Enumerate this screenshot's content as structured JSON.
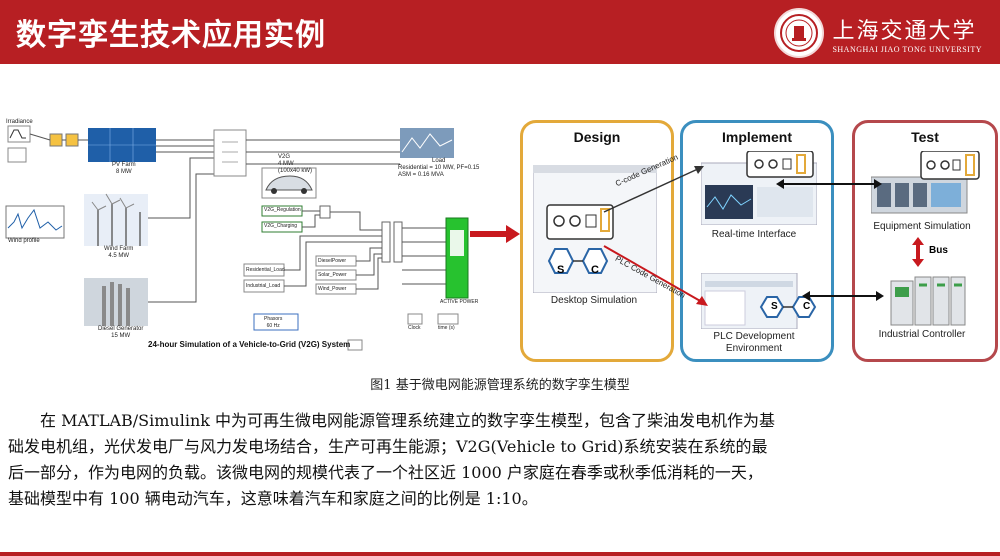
{
  "header": {
    "title": "数字孪生技术应用实例",
    "logo_cn": "上海交通大学",
    "logo_en": "SHANGHAI JIAO TONG UNIVERSITY",
    "brand_color": "#b71f23"
  },
  "simulink": {
    "irradiance": "Irradiance",
    "pv_label": "PV Farm",
    "pv_power": "8 MW",
    "v2g": "V2G",
    "v2g_power": "4 MW",
    "v2g_cars": "(100x40 kW)",
    "load": "Load",
    "load_detail1": "Residential = 10 MW, PF=0.15",
    "load_detail2": "ASM = 0.16 MVA",
    "wind_profile": "Wind profile",
    "wind_label": "Wind Farm",
    "wind_power": "4.5 MW",
    "diesel_label": "Diesel Generator",
    "diesel_power": "15 MW",
    "v2g_regulation": "V2G_Regulation",
    "v2g_charging": "V2G_Charging",
    "residential_load": "Residential_Load",
    "industrial_load": "Industrial_Load",
    "diesel_power_blk": "DieselPower",
    "solar_power": "Solar_Power",
    "wind_power_blk": "Wind_Power",
    "active_power": "ACTIVE POWER",
    "phasors": "Phasors",
    "phasors_sub": "60 Hz",
    "clock": "Clock",
    "time": "time (s)",
    "caption": "24-hour Simulation of a Vehicle-to-Grid (V2G) System"
  },
  "workflow": {
    "design_title": "Design",
    "implement_title": "Implement",
    "test_title": "Test",
    "desktop_sim": "Desktop Simulation",
    "realtime": "Real-time Interface",
    "plc_dev_1": "PLC Development",
    "plc_dev_2": "Environment",
    "equipment_sim": "Equipment Simulation",
    "industrial_ctrl": "Industrial Controller",
    "bus": "Bus",
    "ccode": "C-code Generation",
    "plccode": "PLC Code Generation",
    "s_label": "S",
    "c_label": "C",
    "design_color": "#e3a93a",
    "implement_color": "#3b8fbf",
    "test_color": "#b5484c"
  },
  "figure_caption": "图1 基于微电网能源管理系统的数字孪生模型",
  "paragraph_lines": [
    "在 MATLAB/Simulink 中为可再生微电网能源管理系统建立的数字孪生模型，包含了柴油发电机作为基",
    "础发电机组，光伏发电厂与风力发电场结合，生产可再生能源；V2G(Vehicle to Grid)系统安装在系统的最",
    "后一部分，作为电网的负载。该微电网的规模代表了一个社区近 1000 户家庭在春季或秋季低消耗的一天，",
    "基础模型中有 100 辆电动汽车，这意味着汽车和家庭之间的比例是 1:10。"
  ]
}
